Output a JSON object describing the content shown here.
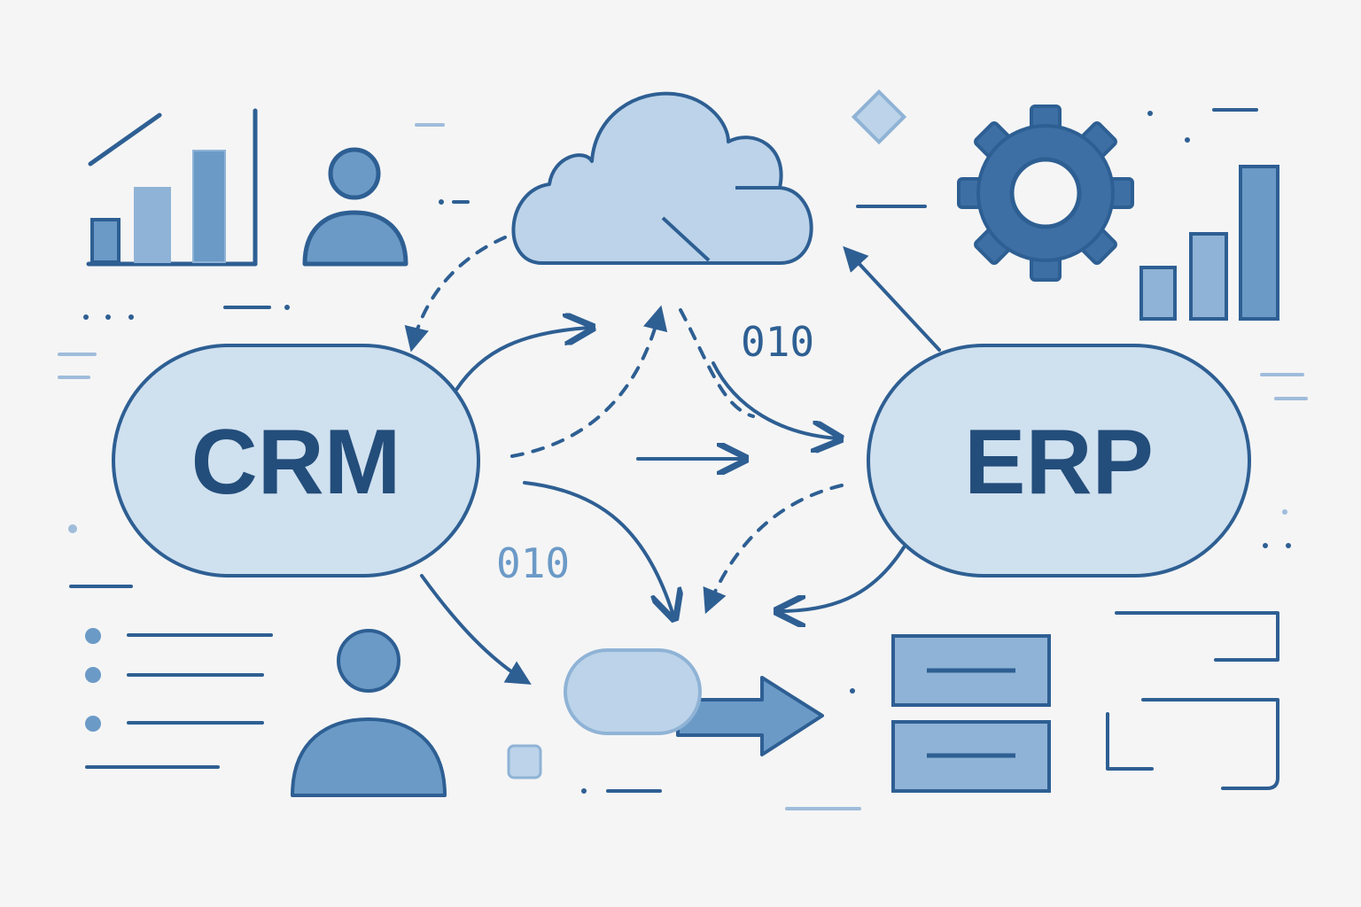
{
  "systems": {
    "left_label": "CRM",
    "right_label": "ERP"
  },
  "binary": {
    "top": "010",
    "bottom": "010"
  },
  "icons": {
    "cloud": "cloud-icon",
    "gear": "gear-icon",
    "user": "user-icon",
    "bar_chart": "bar-chart-icon",
    "database": "database-icon",
    "list": "list-icon",
    "pipeline": "pipeline-arrow-icon"
  },
  "colors": {
    "background": "#f5f5f5",
    "stroke": "#2e5f93",
    "fill_light": "#cfe0ef",
    "fill_mid": "#8fb3d6",
    "fill_dark": "#6b9ac7",
    "text": "#234d7a",
    "accent_faint": "#9fbcdb"
  }
}
